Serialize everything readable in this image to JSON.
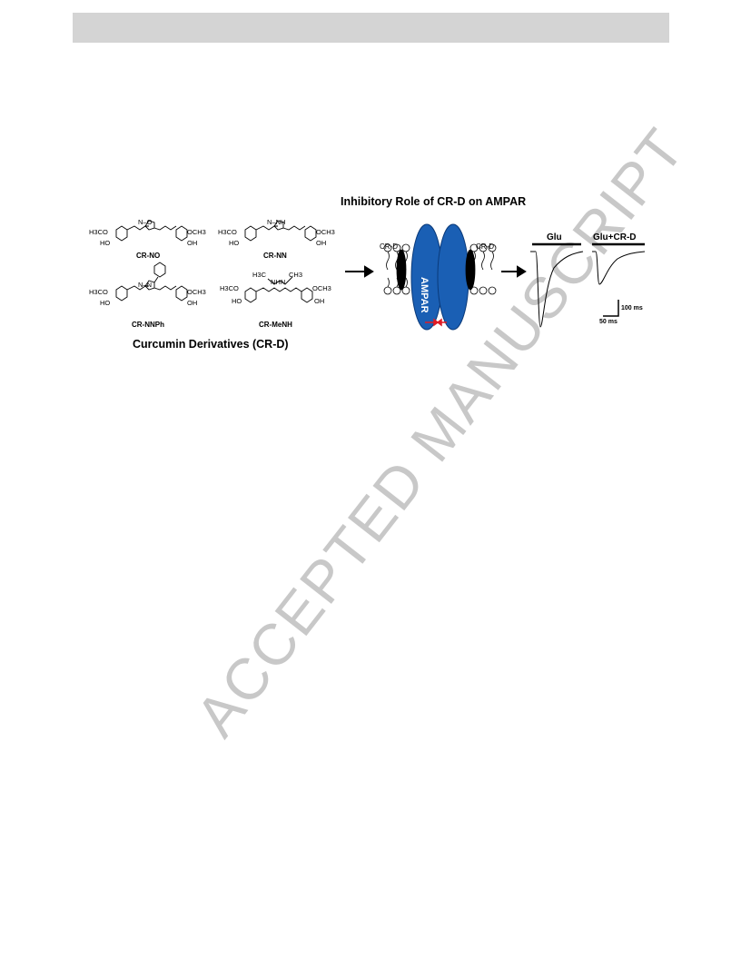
{
  "header": {
    "bar": ""
  },
  "watermark": "ACCEPTED MANUSCRIPT",
  "figure": {
    "title": "Inhibitory Role of CR-D on AMPAR",
    "caption": "Curcumin Derivatives (CR-D)",
    "compounds": [
      {
        "name": "CR-NO",
        "core": "N–O",
        "left_sub": "H3CO",
        "left_oh": "HO",
        "right_sub": "OCH3",
        "right_oh": "OH"
      },
      {
        "name": "CR-NN",
        "core": "N–NH",
        "left_sub": "H3CO",
        "left_oh": "HO",
        "right_sub": "OCH3",
        "right_oh": "OH"
      },
      {
        "name": "CR-NNPh",
        "core": "N–N",
        "left_sub": "H3CO",
        "left_oh": "HO",
        "right_sub": "OCH3",
        "right_oh": "OH"
      },
      {
        "name": "CR-MeNH",
        "core": "NHN",
        "left_sub": "H3CO",
        "left_oh": "HO",
        "right_sub": "OCH3",
        "right_oh": "OH",
        "extra1": "H3C",
        "extra2": "CH3"
      }
    ],
    "membrane_label_left": "CR-D",
    "membrane_label_right": "CR-D",
    "receptor_label": "AMPAR",
    "traces": [
      {
        "label": "Glu"
      },
      {
        "label": "Glu+CR-D"
      }
    ],
    "scale_y": "100 ms",
    "scale_x": "50 ms"
  },
  "colors": {
    "receptor": "#1a5fb4",
    "arrow_red": "#e01b24",
    "bar": "#d4d4d4",
    "watermark": "#c8c8c8"
  }
}
